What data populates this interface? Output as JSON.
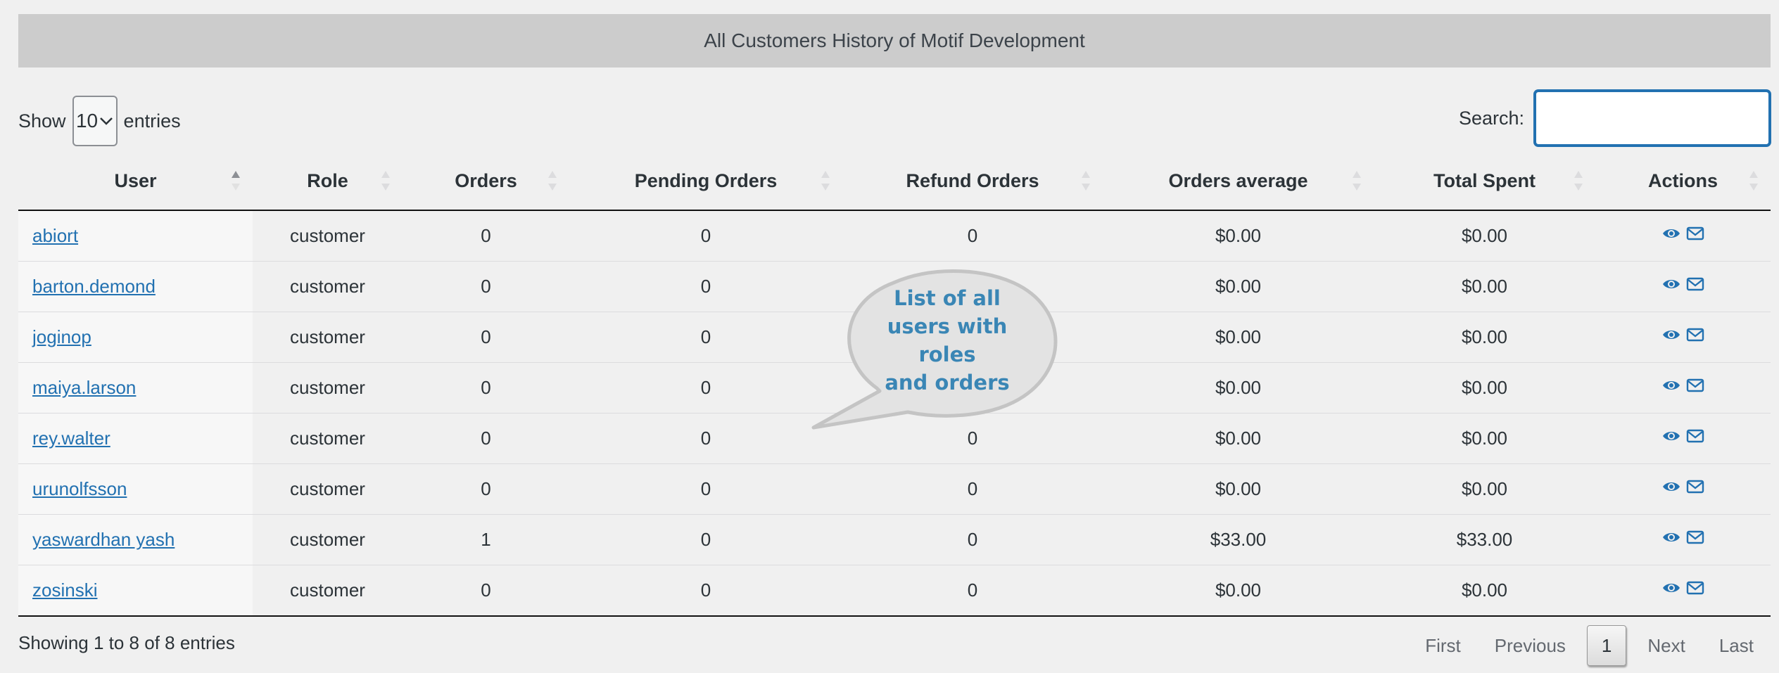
{
  "title": "All Customers History of Motif Development",
  "length_menu": {
    "show_label": "Show",
    "value": "10",
    "entries_label": "entries"
  },
  "search": {
    "label": "Search:",
    "value": ""
  },
  "columns": [
    "User",
    "Role",
    "Orders",
    "Pending Orders",
    "Refund Orders",
    "Orders average",
    "Total Spent",
    "Actions"
  ],
  "rows": [
    {
      "user": "abiort",
      "role": "customer",
      "orders": "0",
      "pending": "0",
      "refund": "0",
      "average": "$0.00",
      "total": "$0.00"
    },
    {
      "user": "barton.demond",
      "role": "customer",
      "orders": "0",
      "pending": "0",
      "refund": "",
      "average": "$0.00",
      "total": "$0.00"
    },
    {
      "user": "joginop",
      "role": "customer",
      "orders": "0",
      "pending": "0",
      "refund": "",
      "average": "$0.00",
      "total": "$0.00"
    },
    {
      "user": "maiya.larson",
      "role": "customer",
      "orders": "0",
      "pending": "0",
      "refund": "",
      "average": "$0.00",
      "total": "$0.00"
    },
    {
      "user": "rey.walter",
      "role": "customer",
      "orders": "0",
      "pending": "0",
      "refund": "0",
      "average": "$0.00",
      "total": "$0.00"
    },
    {
      "user": "urunolfsson",
      "role": "customer",
      "orders": "0",
      "pending": "0",
      "refund": "0",
      "average": "$0.00",
      "total": "$0.00"
    },
    {
      "user": "yaswardhan yash",
      "role": "customer",
      "orders": "1",
      "pending": "0",
      "refund": "0",
      "average": "$33.00",
      "total": "$33.00"
    },
    {
      "user": "zosinski",
      "role": "customer",
      "orders": "0",
      "pending": "0",
      "refund": "0",
      "average": "$0.00",
      "total": "$0.00"
    }
  ],
  "icons": {
    "view": "eye-icon",
    "email": "envelope-icon",
    "sort": "sort-arrows-icon",
    "select": "chevron-down-icon"
  },
  "footer": {
    "info": "Showing 1 to 8 of 8 entries"
  },
  "pagination": {
    "first": "First",
    "previous": "Previous",
    "current": "1",
    "next": "Next",
    "last": "Last"
  },
  "callout": {
    "text": "List of all\nusers with\nroles\nand orders"
  },
  "colors": {
    "link": "#2271b1",
    "title_bar": "#cccccc",
    "callout_text": "#3a86b5",
    "background": "#f0f0f0"
  }
}
